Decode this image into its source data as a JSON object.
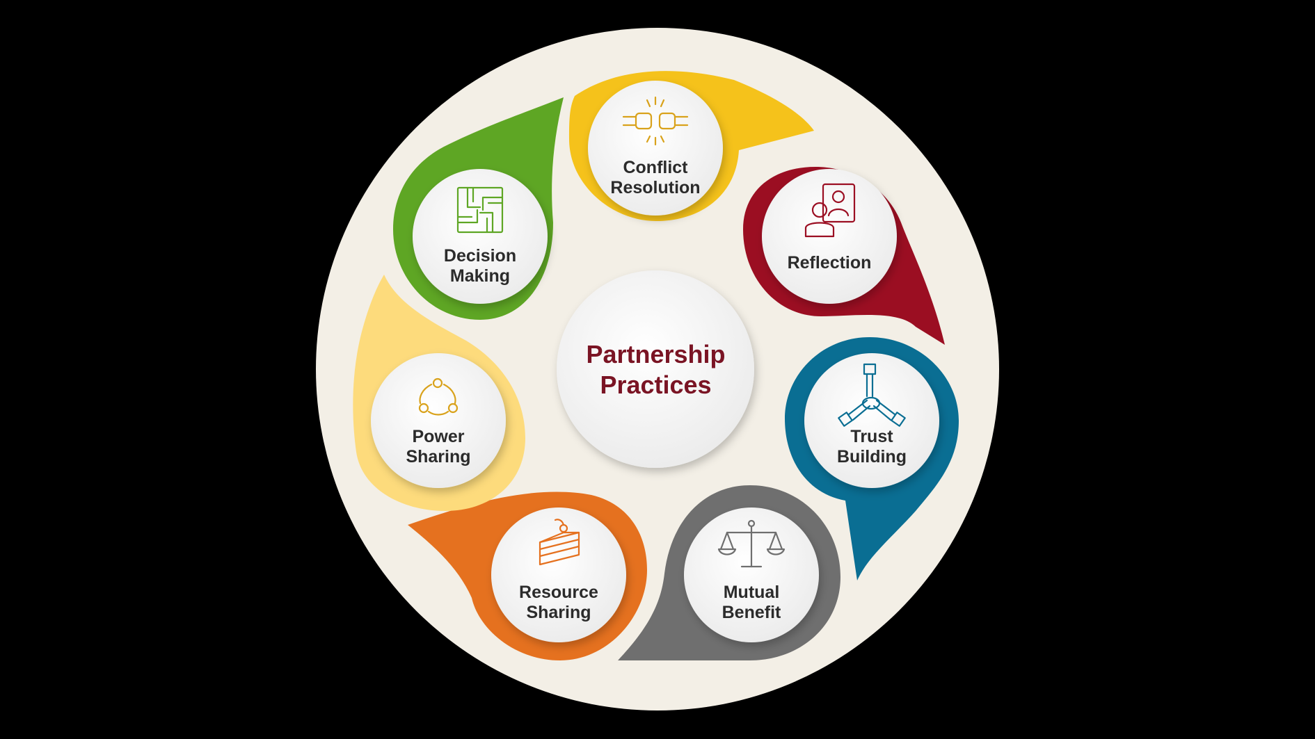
{
  "center": {
    "title": "Partnership\nPractices"
  },
  "practices": [
    {
      "id": "conflict-resolution",
      "label": "Conflict\nResolution",
      "color": "#f5c21b",
      "icon": "fist-bump-icon"
    },
    {
      "id": "reflection",
      "label": "Reflection",
      "color": "#9b0e22",
      "icon": "reflection-icon"
    },
    {
      "id": "trust-building",
      "label": "Trust\nBuilding",
      "color": "#0a6e93",
      "icon": "stacked-hands-icon"
    },
    {
      "id": "mutual-benefit",
      "label": "Mutual\nBenefit",
      "color": "#6f6f6f",
      "icon": "balance-scale-icon"
    },
    {
      "id": "resource-sharing",
      "label": "Resource\nSharing",
      "color": "#e5711f",
      "icon": "cake-slice-icon"
    },
    {
      "id": "power-sharing",
      "label": "Power\nSharing",
      "color": "#fddb7c",
      "icon": "cycle-icon"
    },
    {
      "id": "decision-making",
      "label": "Decision\nMaking",
      "color": "#5ea624",
      "icon": "linked-hands-icon"
    }
  ],
  "colors": {
    "background": "#000000",
    "disc": "#f3efe6",
    "title": "#7a1424",
    "text": "#2b2b2b"
  }
}
